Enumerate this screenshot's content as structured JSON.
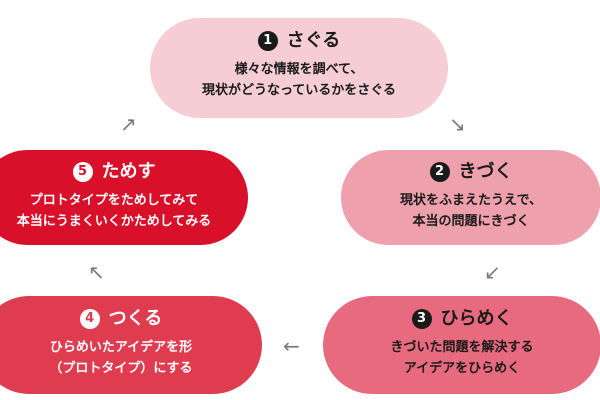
{
  "steps": [
    {
      "number": "1",
      "title": "さぐる",
      "lines": [
        "様々な情報を調べて、",
        "現状がどうなっているかをさぐる"
      ],
      "fill": "#f6cdd5",
      "tone": "light"
    },
    {
      "number": "2",
      "title": "きづく",
      "lines": [
        "現状をふまえたうえで、",
        "本当の問題にきづく"
      ],
      "fill": "#efa0ad",
      "tone": "light"
    },
    {
      "number": "3",
      "title": "ひらめく",
      "lines": [
        "きづいた問題を解決する",
        "アイデアをひらめく"
      ],
      "fill": "#e86a7e",
      "tone": "light"
    },
    {
      "number": "4",
      "title": "つくる",
      "lines": [
        "ひらめいたアイデアを形",
        "（プロトタイプ）にする"
      ],
      "fill": "#df3c50",
      "tone": "dark"
    },
    {
      "number": "5",
      "title": "ためす",
      "lines": [
        "プロトタイプをためしてみて",
        "本当にうまくいくかためしてみる"
      ],
      "fill": "#d8102a",
      "tone": "dark"
    }
  ],
  "arrows": {
    "a12": "↘",
    "a23": "↙",
    "a34": "←",
    "a45": "↖",
    "a51": "↗"
  },
  "colors": {
    "arrow": "#7a7a7a",
    "text_dark": "#1a1a1a",
    "text_light": "#ffffff"
  }
}
